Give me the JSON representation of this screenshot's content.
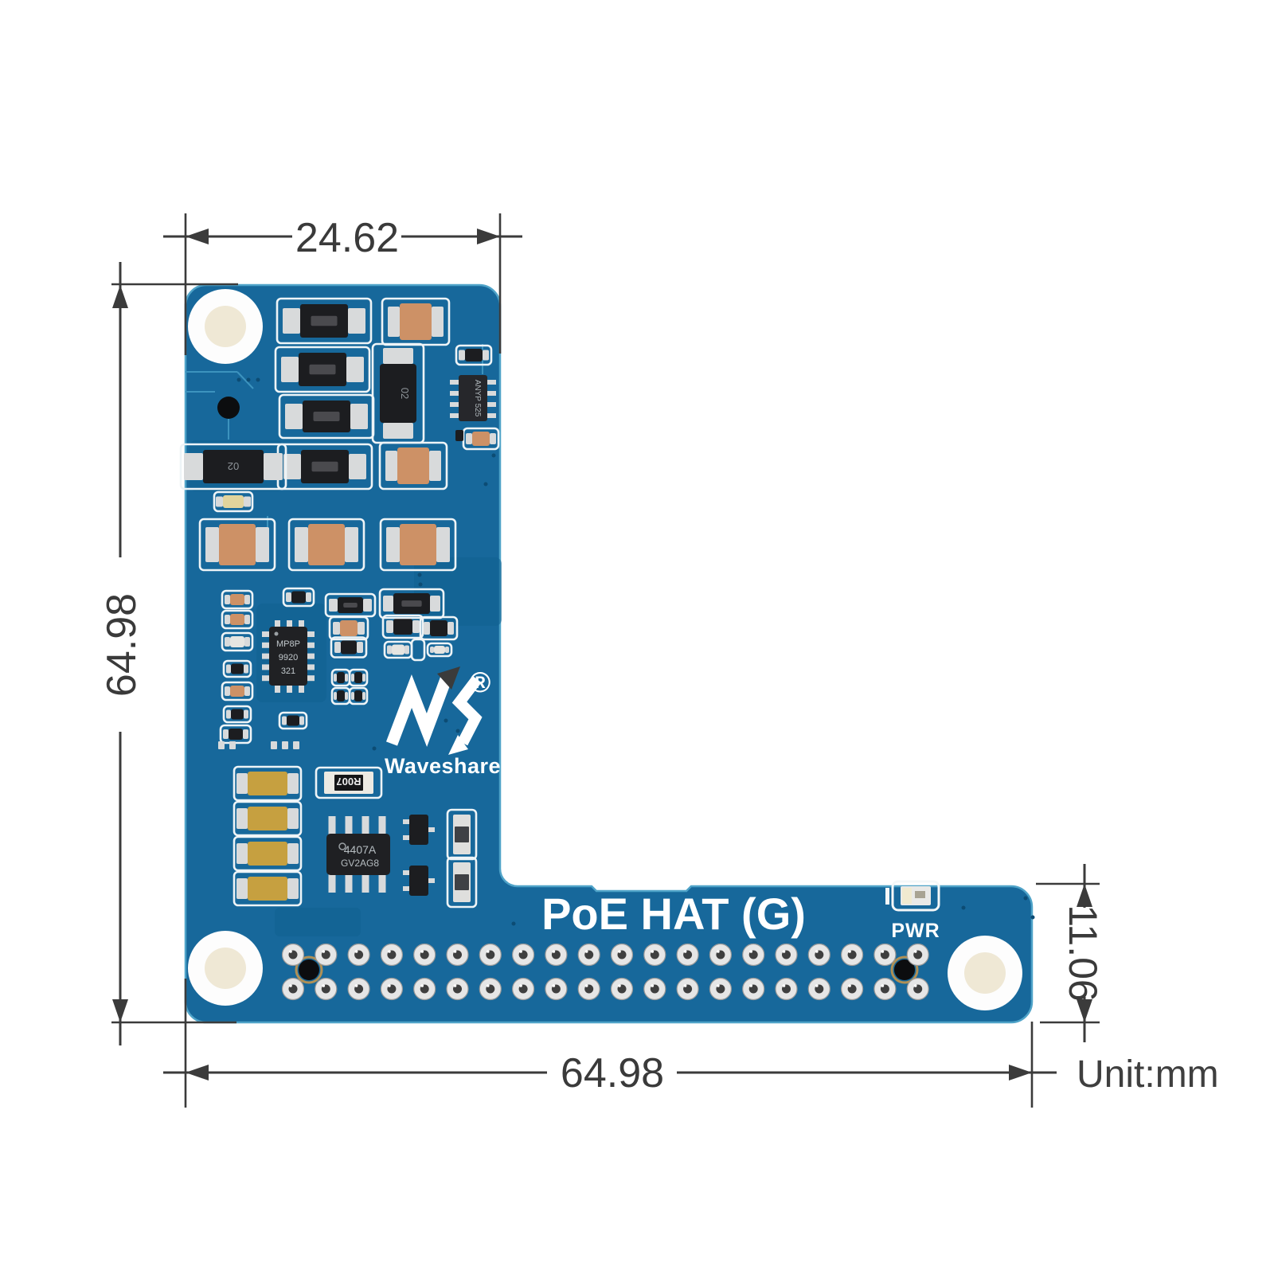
{
  "figure": {
    "unit_label": "Unit:mm",
    "dimensions": {
      "top_width": "24.62",
      "left_height": "64.98",
      "bottom_width": "64.98",
      "right_height": "11.06"
    }
  },
  "board": {
    "product_label": "PoE HAT (G)",
    "power_led_label": "PWR",
    "pcb_color": "#17689b",
    "silkscreen_color": "#ffffff",
    "brand": {
      "name": "Waveshare",
      "registered_mark": "®"
    },
    "gpio_header": {
      "rows": 2,
      "cols": 20
    },
    "markings": {
      "qfn_line1": "MP8P",
      "qfn_line2": "9920",
      "qfn_line3": "321",
      "soic_top": "ANYP 525",
      "mosfet_line1": "4407A",
      "mosfet_line2": "GV2AG8",
      "sense_resistor": "R007",
      "inductor": "02",
      "diode_left": "02"
    }
  }
}
